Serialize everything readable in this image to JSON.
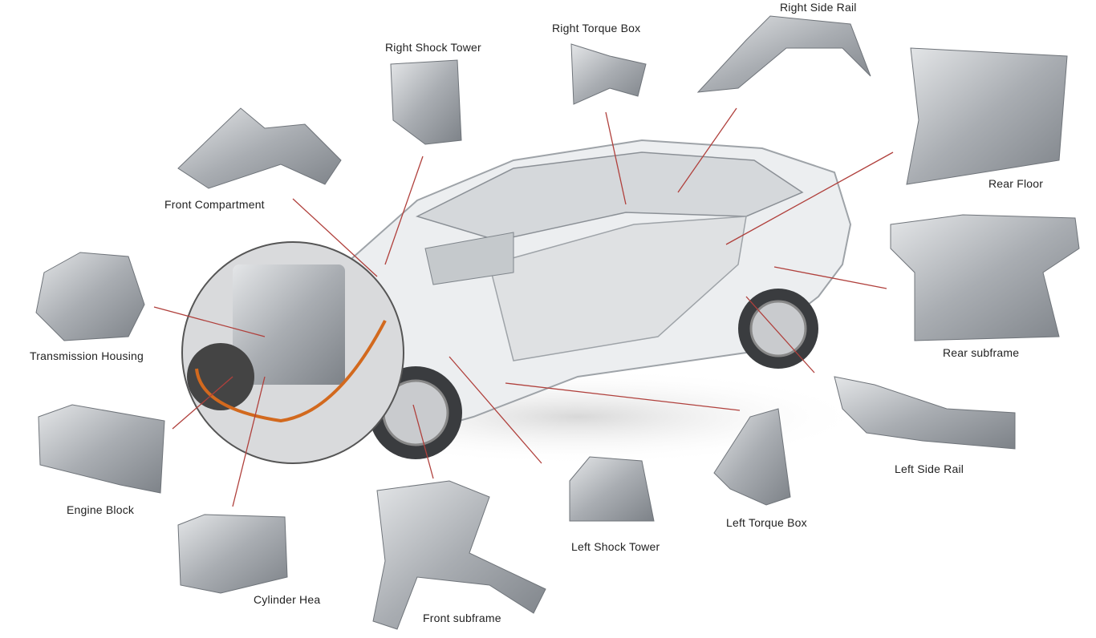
{
  "diagram": {
    "labels": {
      "right_side_rail": "Right Side Rail",
      "right_torque_box": "Right Torque Box",
      "right_shock_tower": "Right Shock Tower",
      "rear_floor": "Rear Floor",
      "front_compartment": "Front Compartment",
      "transmission_housing": "Transmission Housing",
      "rear_subframe": "Rear subframe",
      "left_side_rail": "Left Side Rail",
      "engine_block": "Engine Block",
      "left_torque_box": "Left Torque Box",
      "left_shock_tower": "Left Shock Tower",
      "cylinder_head": "Cylinder Hea",
      "front_subframe": "Front subframe"
    },
    "colors": {
      "leader_line": "#b0403c",
      "part_metal": "#b9bcc0",
      "car_body": "#e8e9eb"
    }
  }
}
